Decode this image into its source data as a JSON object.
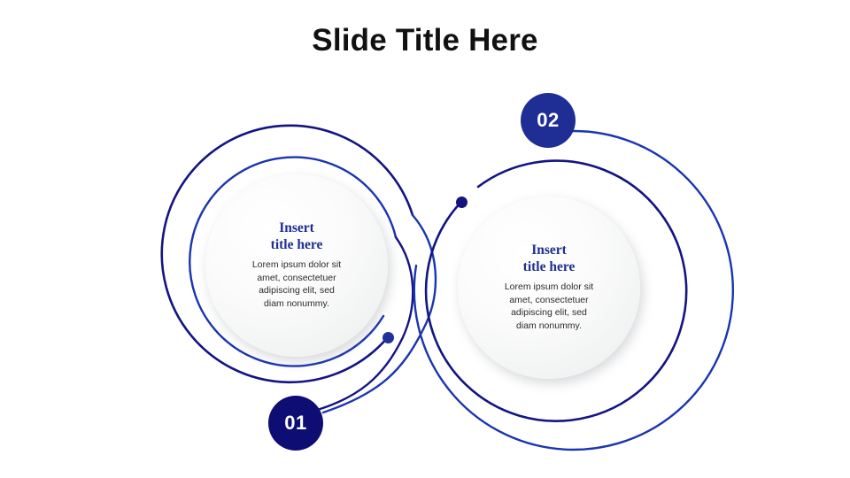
{
  "slide": {
    "title": "Slide Title Here",
    "background_color": "#ffffff",
    "title_color": "#111111"
  },
  "theme": {
    "navy_dark": "#14147e",
    "navy_badge_01": "#0d0d73",
    "blue_badge_02": "#1e2e95",
    "blue_arc_bright": "#1a35b0",
    "arc_dark": "#141482",
    "heading_color": "#1f2f91",
    "body_color": "#2b2b2b",
    "disc_fill_light": "#ffffff",
    "disc_fill_shade": "#e8eaea"
  },
  "nodes": [
    {
      "id": "node-01",
      "number": "01",
      "badge_color": "#0d0d73",
      "title": "Insert\ntitle here",
      "body": "Lorem ipsum dolor sit\namet, consectetuer\nadipiscing  elit, sed\ndiam  nonummy."
    },
    {
      "id": "node-02",
      "number": "02",
      "badge_color": "#1e2e95",
      "title": "Insert\ntitle here",
      "body": "Lorem ipsum dolor sit\namet, consectetuer\nadipiscing  elit, sed\ndiam  nonummy."
    }
  ]
}
